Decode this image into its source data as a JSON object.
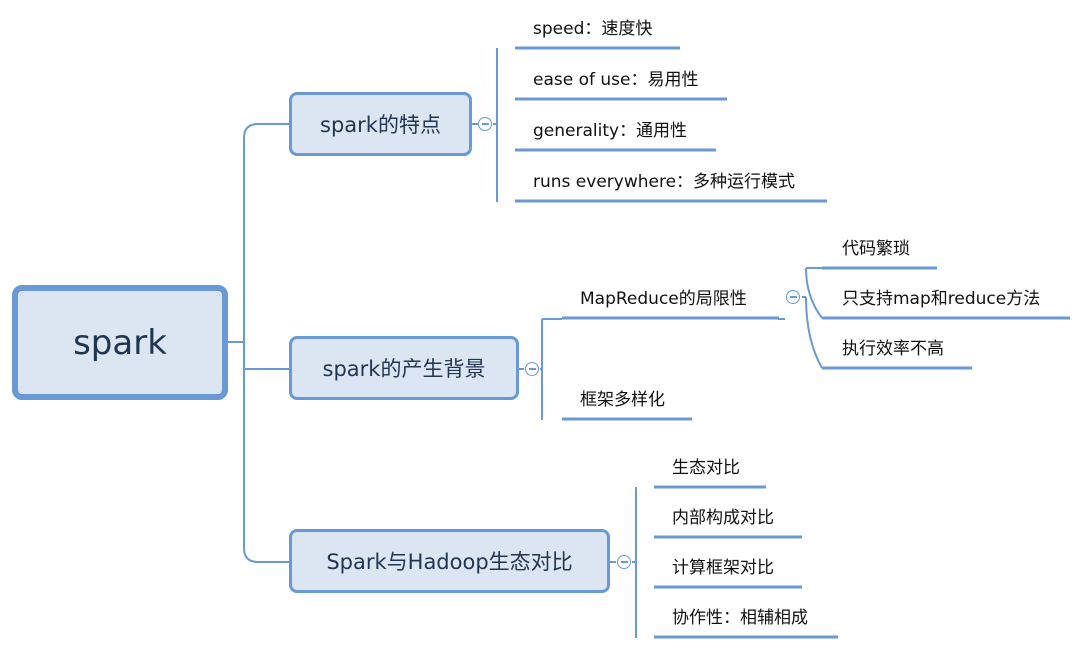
{
  "root": {
    "label": "spark"
  },
  "branches": [
    {
      "label": "spark的特点",
      "children": [
        {
          "label": "speed：速度快"
        },
        {
          "label": "ease of use：易用性"
        },
        {
          "label": "generality：通用性"
        },
        {
          "label": "runs everywhere：多种运行模式"
        }
      ]
    },
    {
      "label": "spark的产生背景",
      "children": [
        {
          "label": "MapReduce的局限性",
          "children": [
            {
              "label": "代码繁琐"
            },
            {
              "label": "只支持map和reduce方法"
            },
            {
              "label": "执行效率不高"
            }
          ]
        },
        {
          "label": "框架多样化"
        }
      ]
    },
    {
      "label": "Spark与Hadoop生态对比",
      "children": [
        {
          "label": "生态对比"
        },
        {
          "label": "内部构成对比"
        },
        {
          "label": "计算框架对比"
        },
        {
          "label": "协作性：相辅相成"
        }
      ]
    }
  ],
  "colors": {
    "node_fill": "#dce6f3",
    "node_border": "#6a9ad6",
    "line": "#6a9ad6"
  }
}
